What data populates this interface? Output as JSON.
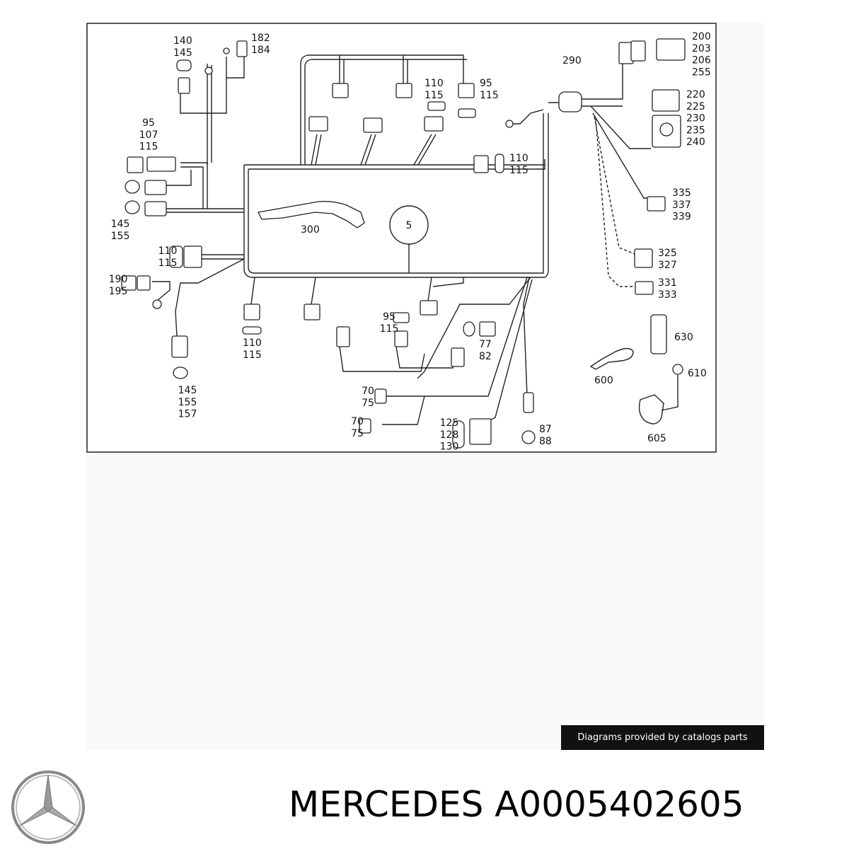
{
  "diagram": {
    "center_marker": "5",
    "labels": [
      {
        "id": "l140",
        "lines": [
          "140",
          "145"
        ]
      },
      {
        "id": "l182",
        "lines": [
          "182",
          "184"
        ]
      },
      {
        "id": "l95a",
        "lines": [
          "95",
          "107",
          "115"
        ]
      },
      {
        "id": "l145a",
        "lines": [
          "145",
          "155"
        ]
      },
      {
        "id": "l110a",
        "lines": [
          "110",
          "115"
        ]
      },
      {
        "id": "l95b",
        "lines": [
          "95",
          "115"
        ]
      },
      {
        "id": "l110b",
        "lines": [
          "110",
          "115"
        ]
      },
      {
        "id": "l290",
        "lines": [
          "290"
        ]
      },
      {
        "id": "l200",
        "lines": [
          "200",
          "203",
          "206",
          "255"
        ]
      },
      {
        "id": "l220",
        "lines": [
          "220",
          "225",
          "230",
          "235",
          "240"
        ]
      },
      {
        "id": "l300",
        "lines": [
          "300"
        ]
      },
      {
        "id": "l110c",
        "lines": [
          "110",
          "115"
        ]
      },
      {
        "id": "l190",
        "lines": [
          "190",
          "195"
        ]
      },
      {
        "id": "l335",
        "lines": [
          "335",
          "337",
          "339"
        ]
      },
      {
        "id": "l325",
        "lines": [
          "325",
          "327"
        ]
      },
      {
        "id": "l331",
        "lines": [
          "331",
          "333"
        ]
      },
      {
        "id": "l110d",
        "lines": [
          "110",
          "115"
        ]
      },
      {
        "id": "l95c",
        "lines": [
          "95",
          "115"
        ]
      },
      {
        "id": "l77",
        "lines": [
          "77",
          "82"
        ]
      },
      {
        "id": "l630",
        "lines": [
          "630"
        ]
      },
      {
        "id": "l610",
        "lines": [
          "610"
        ]
      },
      {
        "id": "l600",
        "lines": [
          "600"
        ]
      },
      {
        "id": "l605",
        "lines": [
          "605"
        ]
      },
      {
        "id": "l145b",
        "lines": [
          "145",
          "155",
          "157"
        ]
      },
      {
        "id": "l70a",
        "lines": [
          "70",
          "75"
        ]
      },
      {
        "id": "l70b",
        "lines": [
          "70",
          "75"
        ]
      },
      {
        "id": "l125",
        "lines": [
          "125",
          "128",
          "130"
        ]
      },
      {
        "id": "l87",
        "lines": [
          "87",
          "88"
        ]
      }
    ]
  },
  "credit": "Diagrams provided by catalogs parts",
  "brand_title": "MERCEDES A0005402605",
  "logo_icon": "mercedes-star-icon"
}
